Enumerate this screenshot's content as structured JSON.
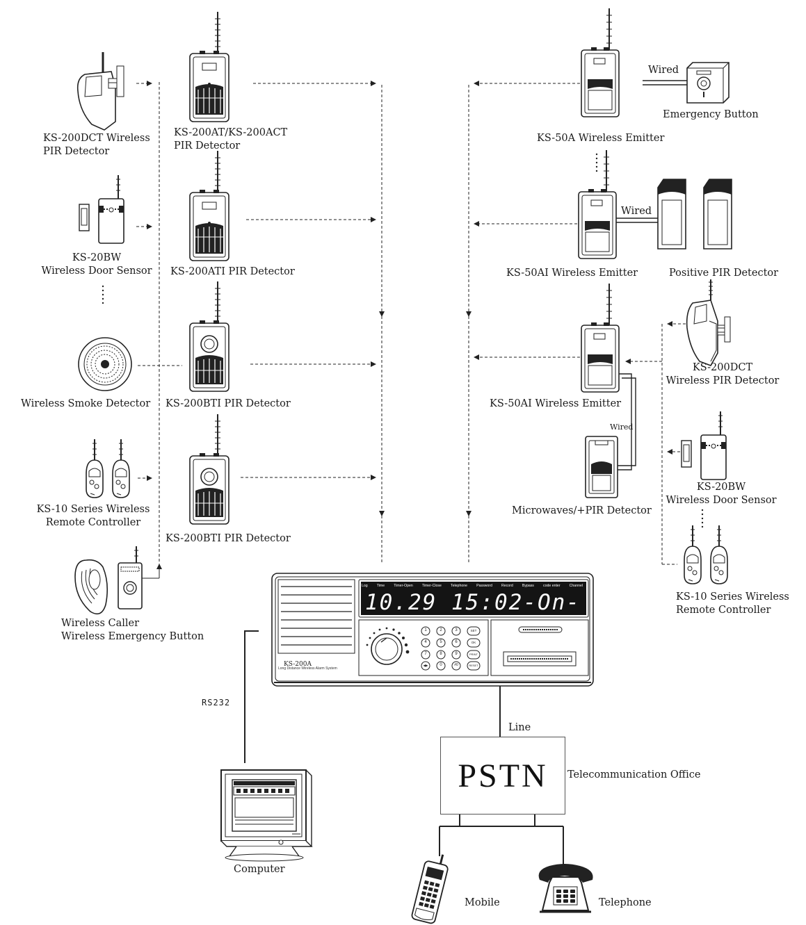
{
  "labels": {
    "dct_left": [
      "KS-200DCT Wireless",
      "PIR Detector"
    ],
    "at_act": [
      "KS-200AT/KS-200ACT",
      "PIR Detector"
    ],
    "bw_left": [
      "KS-20BW",
      "Wireless Door Sensor"
    ],
    "ati": "KS-200ATI PIR Detector",
    "smoke": "Wireless Smoke Detector",
    "bti_1": "KS-200BTI PIR Detector",
    "remote_left": [
      "KS-10 Series Wireless",
      "Remote Controller"
    ],
    "bti_2": "KS-200BTI PIR Detector",
    "caller": [
      "Wireless Caller",
      "Wireless Emergency Button"
    ],
    "wired_top": "Wired",
    "emergency_button": "Emergency Button",
    "ks50a": "KS-50A Wireless Emitter",
    "wired_mid": "Wired",
    "ks50ai_1": "KS-50AI Wireless Emitter",
    "positive_pir": "Positive PIR Detector",
    "dct_right": [
      "KS-200DCT",
      "Wireless PIR Detector"
    ],
    "ks50ai_2": "KS-50AI Wireless Emitter",
    "wired_small": "Wired",
    "microwave": "Microwaves/+PIR Detector",
    "bw_right": [
      "KS-20BW",
      "Wireless Door Sensor"
    ],
    "remote_right": [
      "KS-10 Series Wireless",
      "Remote Controller"
    ],
    "rs232": "RS232",
    "line": "Line",
    "pstn": "PSTN",
    "telecom_office": "Telecommunication Office",
    "computer": "Computer",
    "mobile": "Mobile",
    "telephone": "Telephone"
  },
  "panel": {
    "header_items": [
      "Log",
      "Time",
      "Timer-Open",
      "Timer-Close",
      "Telephone",
      "Password",
      "Record",
      "Bypass",
      "code enter",
      "Channel"
    ],
    "display": "10.29 15:02-On-",
    "model": "KS-200A",
    "subtitle": "Long Distance Wireless Alarm System",
    "keys": [
      [
        "1",
        "2",
        "3",
        "SET"
      ],
      [
        "4",
        "5",
        "6",
        "OK"
      ],
      [
        "7",
        "8",
        "9",
        "PRINT"
      ],
      [
        "◀▶",
        "0",
        "#0",
        "RESET"
      ]
    ]
  }
}
